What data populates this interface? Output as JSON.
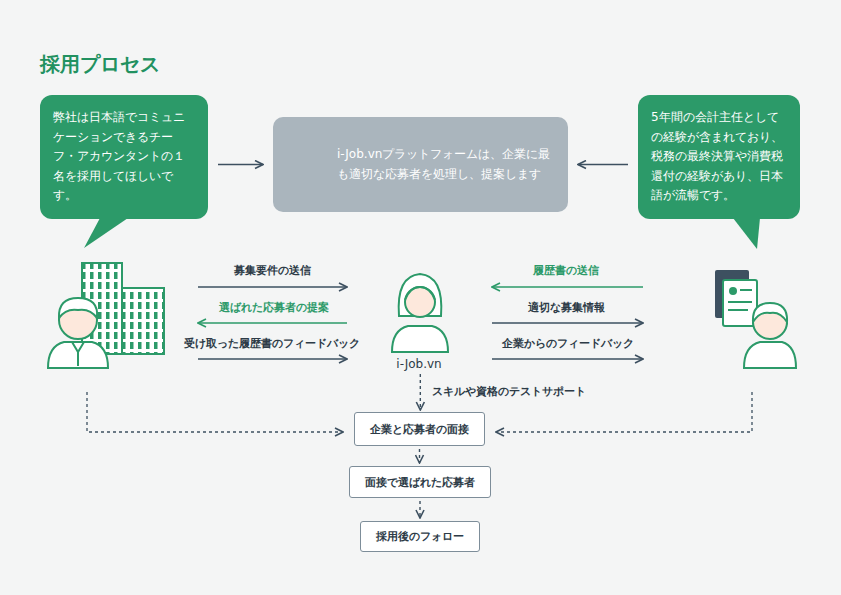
{
  "diagram": {
    "title": "採用プロセス",
    "nodes": [
      {
        "text": [
          "弊社は日本語でコミュニケーションできるチーフ・アカウンタントの１名を採用してほしいです。"
        ]
      },
      {
        "text": [
          "i-Job.vnプラットフォームは、企業に最も適切な応募者を処理し、提案します"
        ]
      },
      {
        "text": [
          "5年間の会計主任としての経験が含まれており、税務の最終決算や消費税還付の経験があり、日本語が流暢です。"
        ]
      },
      {
        "text": [
          "i-Job.vn"
        ]
      },
      {
        "text": [
          "企業と応募者の面接"
        ]
      },
      {
        "text": [
          "面接で選ばれた応募者"
        ]
      },
      {
        "text": [
          "採用後のフォロー"
        ]
      }
    ],
    "edges": [
      {
        "from": 0,
        "to": 1,
        "arrow": "to"
      },
      {
        "from": 2,
        "to": 1,
        "arrow": "to"
      },
      {
        "from": 3,
        "to": 4,
        "label": "スキルや資格のテストサポート",
        "arrow": "to"
      },
      {
        "from": 4,
        "to": 5,
        "arrow": "to"
      },
      {
        "from": 5,
        "to": 6,
        "arrow": "to"
      }
    ],
    "labels": [
      "募集要件の送信",
      "選ばれた応募者の提案",
      "受け取った履歴書のフィードバック",
      "履歴書の送信",
      "適切な募集情報",
      "企業からのフィードバック"
    ]
  }
}
